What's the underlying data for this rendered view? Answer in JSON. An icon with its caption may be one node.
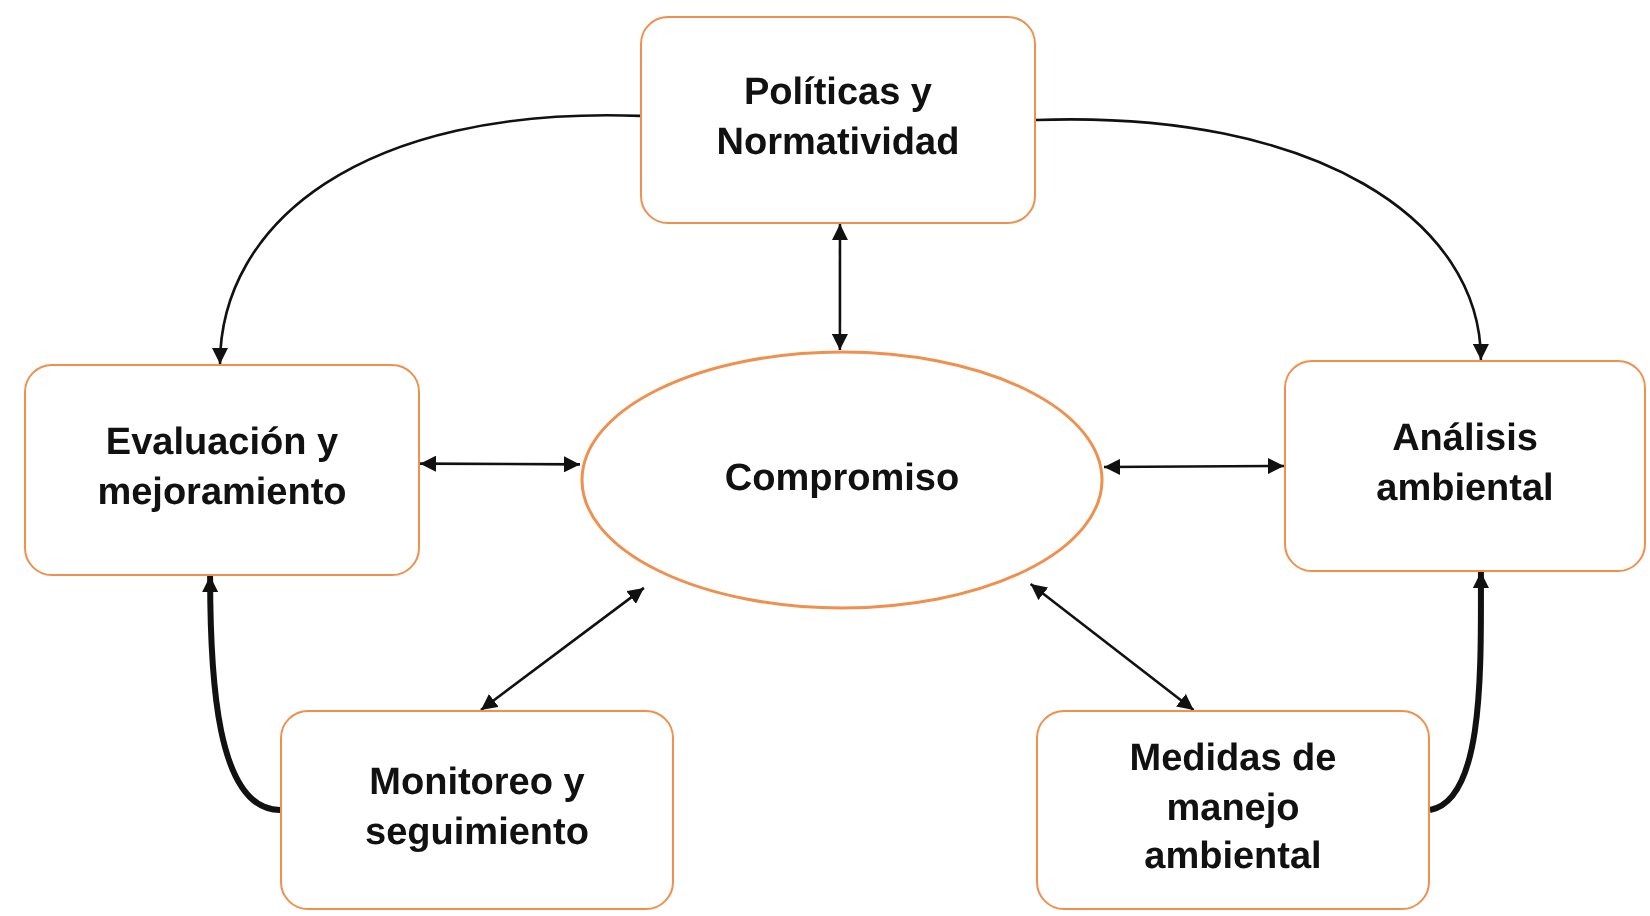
{
  "diagram": {
    "nodes": [
      {
        "text": [
          "Políticas y Normatividad"
        ]
      },
      {
        "text": [
          "Evaluación y mejoramiento"
        ]
      },
      {
        "text": [
          "Compromiso"
        ]
      },
      {
        "text": [
          "Análisis ambiental"
        ]
      },
      {
        "text": [
          "Monitoreo y seguimiento"
        ]
      },
      {
        "text": [
          "Medidas de manejo ambiental"
        ]
      }
    ],
    "edges": [
      {
        "from": 0,
        "to": 1,
        "arrow": "to"
      },
      {
        "from": 0,
        "to": 3,
        "arrow": "to"
      },
      {
        "from": 0,
        "to": 2,
        "arrow": "both"
      },
      {
        "from": 1,
        "to": 2,
        "arrow": "both"
      },
      {
        "from": 2,
        "to": 3,
        "arrow": "both"
      },
      {
        "from": 2,
        "to": 4,
        "arrow": "both"
      },
      {
        "from": 2,
        "to": 5,
        "arrow": "both"
      },
      {
        "from": 4,
        "to": 1,
        "arrow": "to",
        "style": "thick"
      },
      {
        "from": 5,
        "to": 3,
        "arrow": "to",
        "style": "thick"
      }
    ]
  }
}
